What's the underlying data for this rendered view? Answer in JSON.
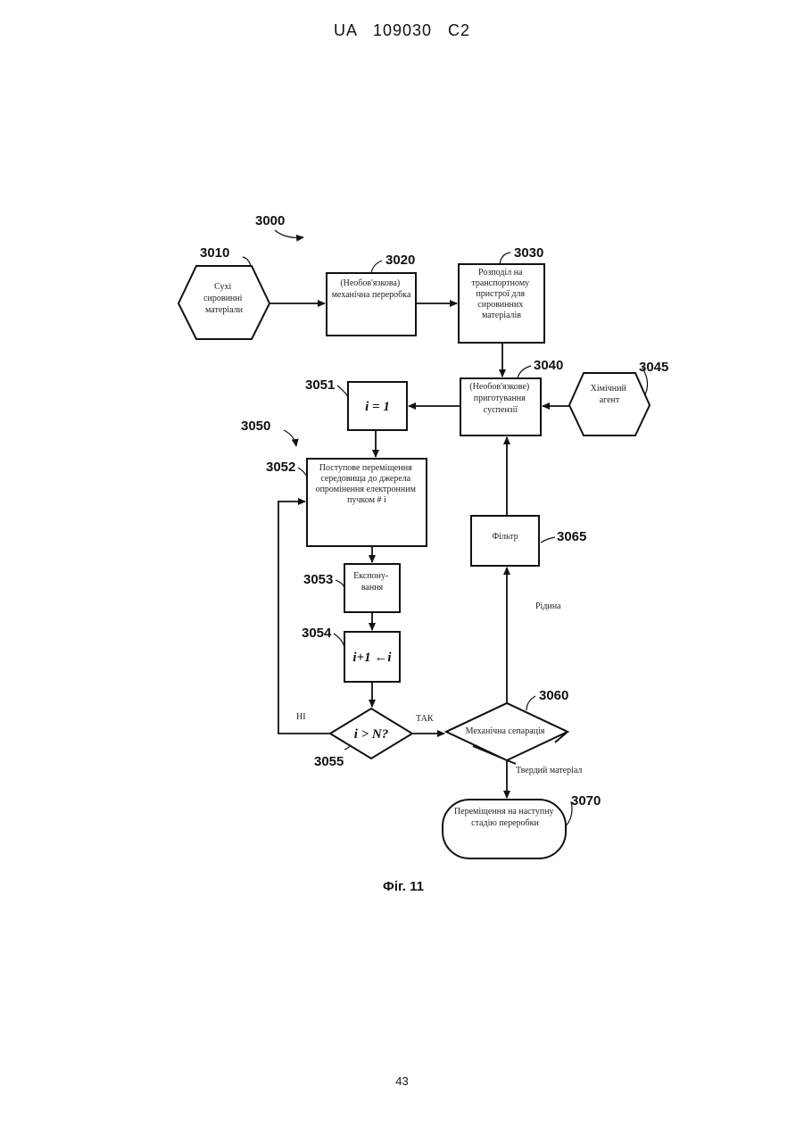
{
  "header": {
    "patent_number": "UA   109030   C2"
  },
  "page_number": "43",
  "figure_caption": "Фіг. 11",
  "refs": {
    "r3000": "3000",
    "r3010": "3010",
    "r3020": "3020",
    "r3030": "3030",
    "r3040": "3040",
    "r3045": "3045",
    "r3050": "3050",
    "r3051": "3051",
    "r3052": "3052",
    "r3053": "3053",
    "r3054": "3054",
    "r3055": "3055",
    "r3060": "3060",
    "r3065": "3065",
    "r3070": "3070"
  },
  "nodes": {
    "dry_materials": [
      "Сухі",
      "сировинні",
      "матеріали"
    ],
    "mechanical_processing": [
      "(Необов'язкова)",
      "механічна переробка"
    ],
    "distribution": [
      "Розподіл на",
      "транспортному",
      "пристрої для",
      "сировинних",
      "матеріалів"
    ],
    "suspension": [
      "(Необов'язкове)",
      "приготування",
      "суспензії"
    ],
    "chemical_agent": [
      "Хімічний",
      "агент"
    ],
    "init_i": "i = 1",
    "move_medium": [
      "Поступове переміщення",
      "середовища до джерела",
      "опромінення електронним",
      "пучком # i"
    ],
    "exposure": [
      "Експону-",
      "вання"
    ],
    "increment": "i+1 ←i",
    "decision": "i > N?",
    "mechanical_separation": "Механічна сепарація",
    "filter": "Фільтр",
    "move_next": [
      "Переміщення на наступну",
      "стадію переробки"
    ]
  },
  "edge_labels": {
    "no": "НІ",
    "yes": "ТАК",
    "liquid": "Рідина",
    "solid": "Твердий матеріал"
  }
}
